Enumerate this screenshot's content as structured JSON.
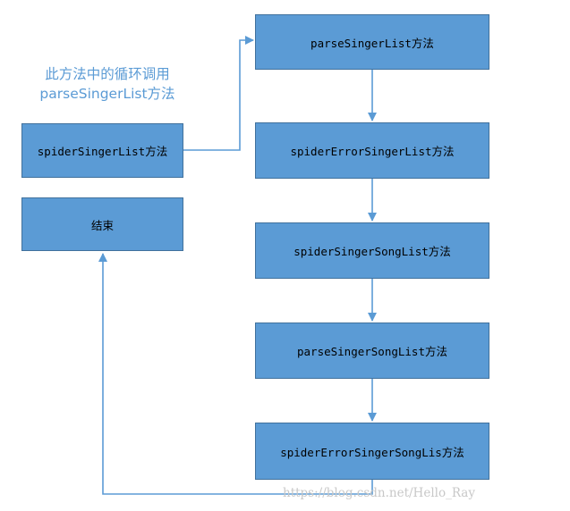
{
  "colors": {
    "box_fill": "#5b9bd5",
    "box_border": "#41719c",
    "connector": "#5b9bd5",
    "note_text": "#5b9bd5",
    "watermark_text": "#c8c8c8"
  },
  "note": {
    "line1": "此方法中的循环调用",
    "line2": "parseSingerList方法"
  },
  "nodes": {
    "parse_singer_list": "parseSingerList方法",
    "spider_error_singer_list": "spiderErrorSingerList方法",
    "spider_singer_song_list": "spiderSingerSongList方法",
    "parse_singer_song_list": "parseSingerSongList方法",
    "spider_error_singer_song_lis": "spiderErrorSingerSongLis方法",
    "spider_singer_list": "spiderSingerList方法",
    "end": "结束"
  },
  "watermark": "https://blog.csdn.net/Hello_Ray"
}
